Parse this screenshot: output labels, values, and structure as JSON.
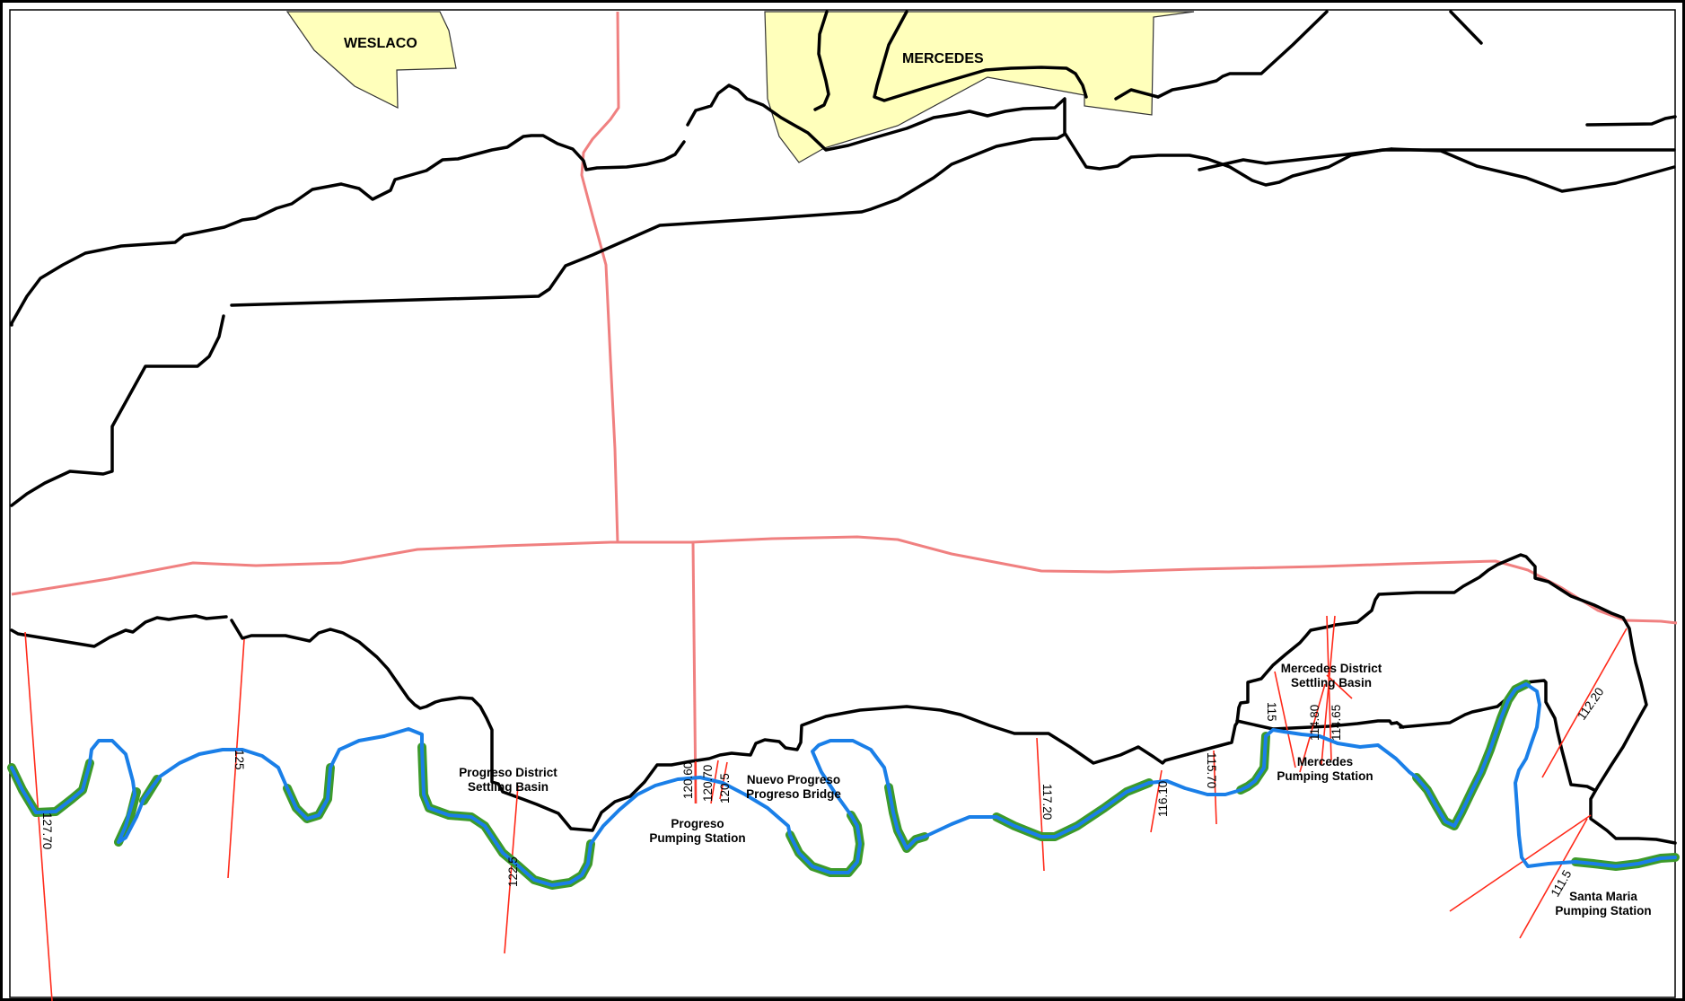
{
  "map": {
    "cities": [
      "WESLACO",
      "MERCEDES"
    ],
    "stations": [
      {
        "line1": "Progreso District",
        "line2": "Settling Basin"
      },
      {
        "line1": "Progreso",
        "line2": "Pumping Station"
      },
      {
        "line1": "Nuevo Progreso",
        "line2": "Progreso Bridge"
      },
      {
        "line1": "Mercedes District",
        "line2": "Settling Basin"
      },
      {
        "line1": "Mercedes",
        "line2": "Pumping Station"
      },
      {
        "line1": "Santa Maria",
        "line2": "Pumping Station"
      }
    ],
    "river_miles": [
      "127.70",
      "125",
      "122.5",
      "120.60",
      "120.70",
      "120.5",
      "117.20",
      "116.10",
      "115.70",
      "115",
      "114.80",
      "114.65",
      "112.20",
      "111.5"
    ],
    "colors": {
      "city_fill": "#ffffbb",
      "road": "#000000",
      "canal": "#f08080",
      "cross_section": "#ff2a1a",
      "river": "#1a7fe8",
      "river_bank": "#3c9a2a"
    }
  }
}
